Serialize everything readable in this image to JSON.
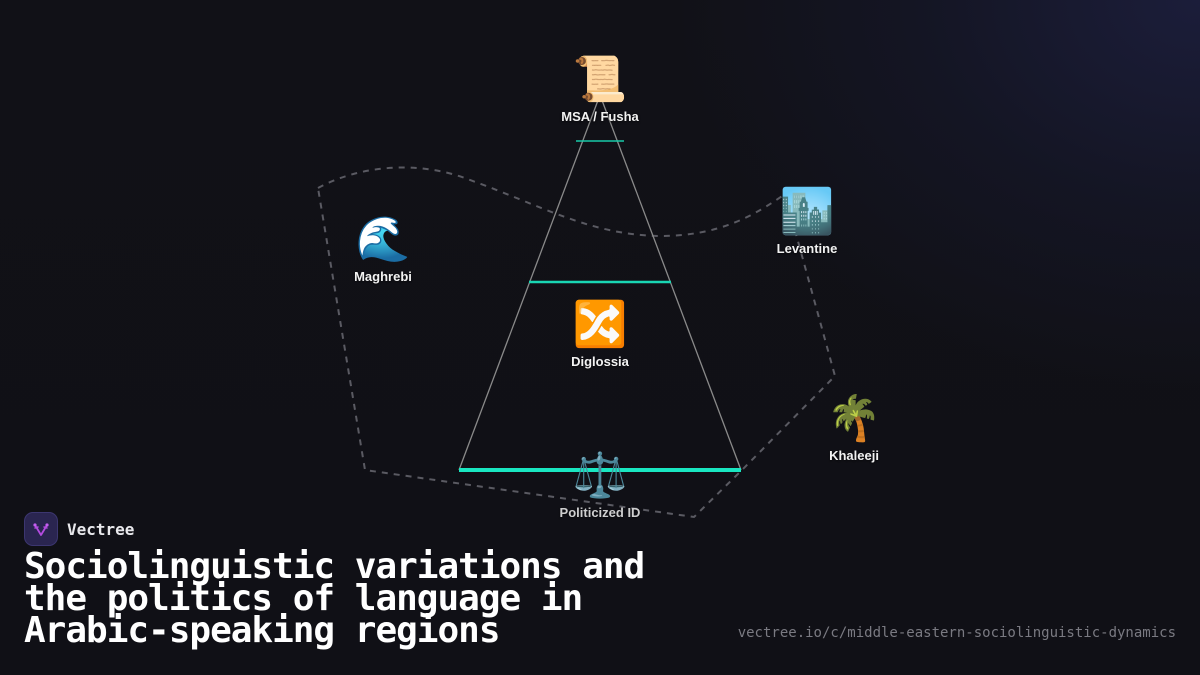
{
  "diagram": {
    "colors": {
      "background": "#111117",
      "accent_teal": "#19e6c1",
      "pyramid_line": "#8a8a8a",
      "dashed_boundary": "#5a5a62"
    },
    "nodes": [
      {
        "id": "msa",
        "label": "MSA / Fusha",
        "icon": "scroll-icon",
        "glyph": "📜"
      },
      {
        "id": "maghrebi",
        "label": "Maghrebi",
        "icon": "wave-icon",
        "glyph": "🌊"
      },
      {
        "id": "levantine",
        "label": "Levantine",
        "icon": "cityscape-icon",
        "glyph": "🏙️"
      },
      {
        "id": "diglossia",
        "label": "Diglossia",
        "icon": "shuffle-icon",
        "glyph": "🔀"
      },
      {
        "id": "khaleeji",
        "label": "Khaleeji",
        "icon": "palm-tree-icon",
        "glyph": "🌴"
      },
      {
        "id": "politicized",
        "label": "Politicized ID",
        "icon": "balance-scale-icon",
        "glyph": "⚖️"
      }
    ]
  },
  "brand": {
    "name": "Vectree",
    "logo": "vectree-logo-icon"
  },
  "title": {
    "lines": [
      "Sociolinguistic variations and",
      "the politics of language in",
      "Arabic-speaking regions"
    ]
  },
  "footer": {
    "url": "vectree.io/c/middle-eastern-sociolinguistic-dynamics"
  }
}
